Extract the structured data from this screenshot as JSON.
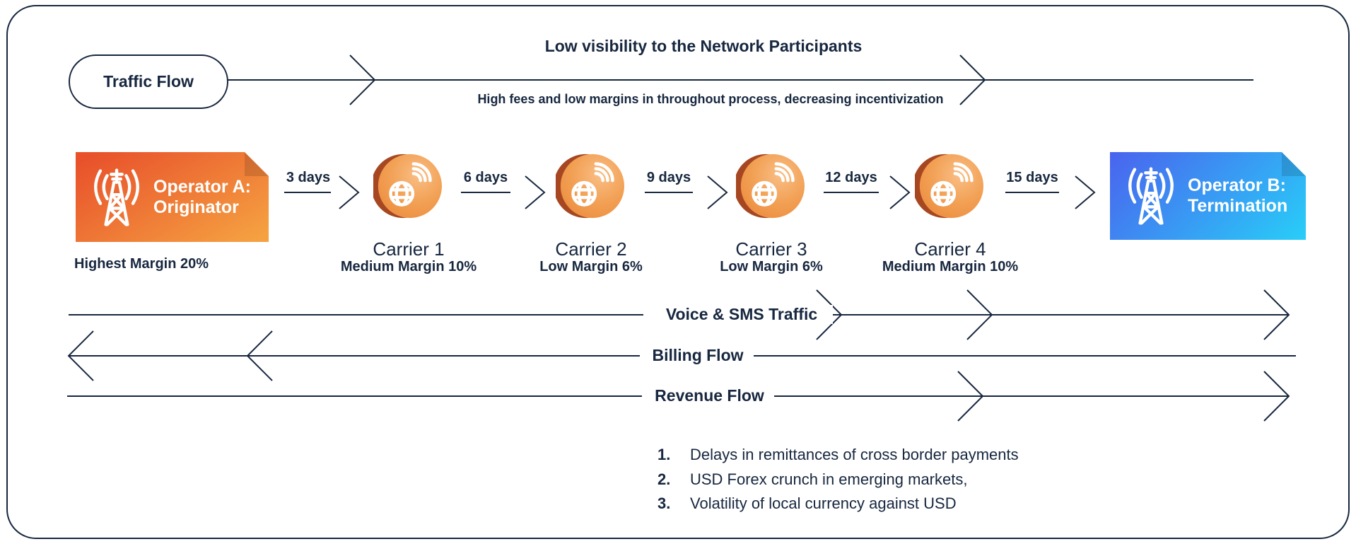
{
  "colors": {
    "navy": "#17273F",
    "orange_start": "#E8512B",
    "orange_end": "#F5A041",
    "blue_start": "#4A63EE",
    "blue_end": "#28CEF8",
    "coin_rim": "#A64722",
    "coin_face": "#F2A054",
    "white": "#FFFFFF"
  },
  "header": {
    "badge": "Traffic Flow",
    "title": "Low visibility to the Network Participants",
    "subtitle": "High fees and low margins in throughout process, decreasing incentivization"
  },
  "operator_a": {
    "line1": "Operator A:",
    "line2": "Originator",
    "margin": "Highest Margin 20%"
  },
  "operator_b": {
    "line1": "Operator B:",
    "line2": "Termination"
  },
  "carriers": [
    {
      "name": "Carrier 1",
      "margin": "Medium Margin 10%",
      "delay_before": "3 days"
    },
    {
      "name": "Carrier 2",
      "margin": "Low Margin 6%",
      "delay_before": "6 days"
    },
    {
      "name": "Carrier 3",
      "margin": "Low Margin 6%",
      "delay_before": "9 days"
    },
    {
      "name": "Carrier 4",
      "margin": "Medium Margin 10%",
      "delay_before": "12 days"
    }
  ],
  "final_delay": "15 days",
  "flows": [
    {
      "label": "Voice & SMS Traffic",
      "direction": "right"
    },
    {
      "label": "Billing Flow",
      "direction": "left"
    },
    {
      "label": "Revenue Flow",
      "direction": "right"
    }
  ],
  "notes": [
    {
      "num": "1.",
      "text": "Delays in remittances of cross border payments"
    },
    {
      "num": "2.",
      "text": "USD Forex crunch in emerging markets,"
    },
    {
      "num": "3.",
      "text": "Volatility of local currency against USD"
    }
  ]
}
